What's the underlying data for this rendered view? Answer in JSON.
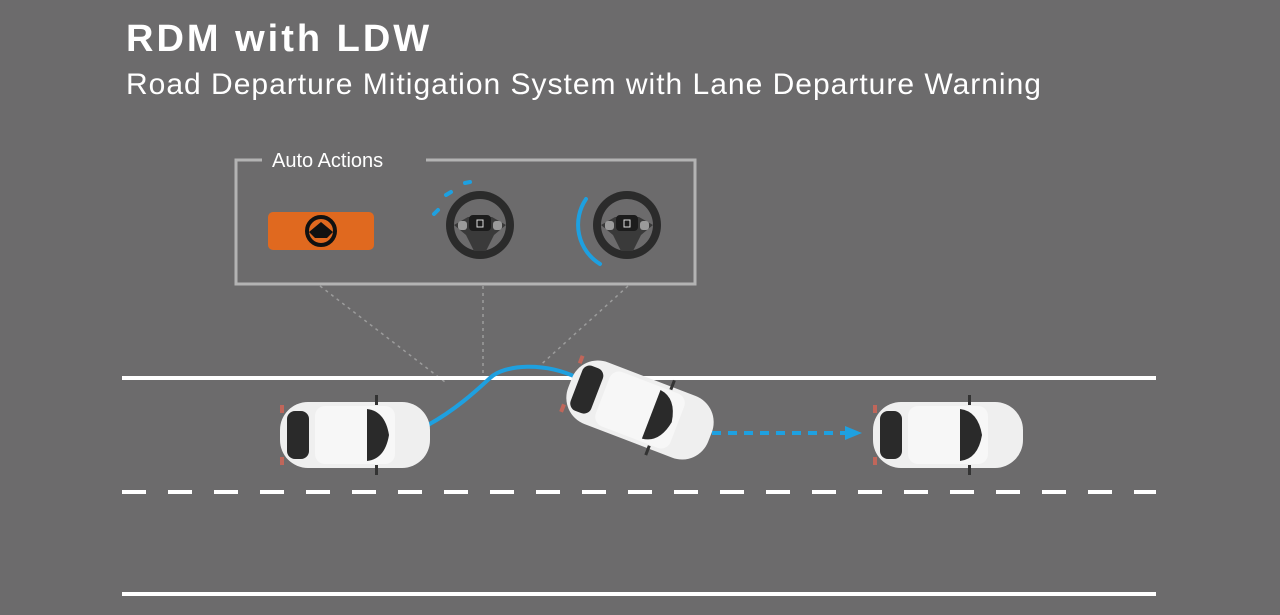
{
  "header": {
    "title": "RDM with LDW",
    "subtitle": "Road Departure Mitigation System with Lane Departure Warning"
  },
  "auto_actions": {
    "label": "Auto Actions",
    "items": [
      {
        "icon": "rdm-warning-indicator-icon"
      },
      {
        "icon": "steering-wheel-vibration-icon"
      },
      {
        "icon": "steering-wheel-assist-icon"
      }
    ]
  },
  "colors": {
    "background": "#6c6b6c",
    "accent_blue": "#1ea0e0",
    "warning_orange": "#e0691f"
  }
}
